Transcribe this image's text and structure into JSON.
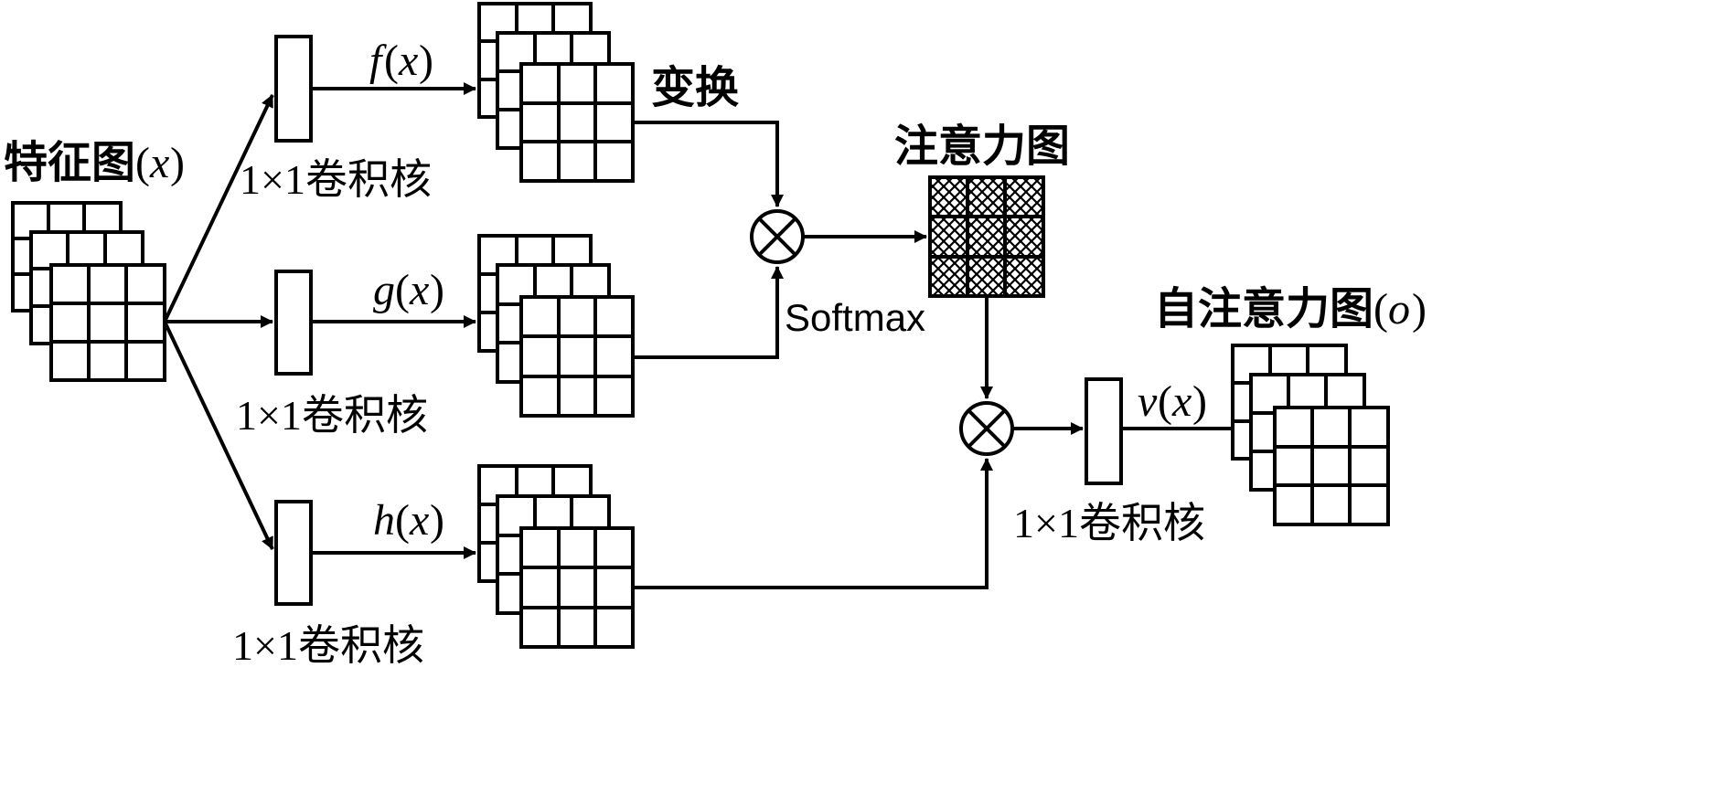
{
  "title": "",
  "input": {
    "label_zh": "特征图",
    "label_var": "x"
  },
  "branches": [
    {
      "id": "f",
      "func": "f",
      "arg": "x",
      "kernel_label": "1×1卷积核"
    },
    {
      "id": "g",
      "func": "g",
      "arg": "x",
      "kernel_label": "1×1卷积核"
    },
    {
      "id": "h",
      "func": "h",
      "arg": "x",
      "kernel_label": "1×1卷积核"
    }
  ],
  "transform_label": "变换",
  "softmax_label": "Softmax",
  "attention_map_label": "注意力图",
  "output": {
    "func": "v",
    "arg": "x",
    "kernel_label": "1×1卷积核",
    "label_zh": "自注意力图",
    "label_var": "o"
  },
  "colors": {
    "ink": "#000000",
    "paper": "#ffffff"
  },
  "icons": [
    "multiply-circle-icon",
    "arrow-head-icon"
  ]
}
